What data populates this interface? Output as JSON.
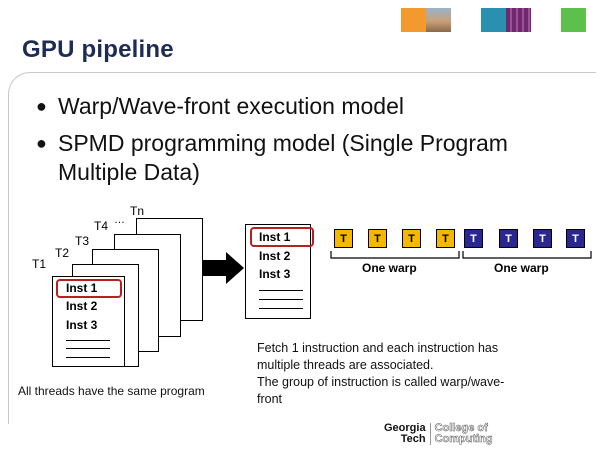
{
  "slide": {
    "title": "GPU pipeline",
    "bullets": [
      "Warp/Wave-front execution model",
      "SPMD programming model (Single Program Multiple Data)"
    ]
  },
  "threads_figure": {
    "thread_labels": [
      "T1",
      "T2",
      "T3",
      "T4",
      "…",
      "Tn"
    ],
    "instructions": [
      "Inst 1",
      "Inst 2",
      "Inst 3"
    ],
    "caption": "All threads have the same program"
  },
  "fetched_program": {
    "instructions": [
      "Inst 1",
      "Inst 2",
      "Inst 3"
    ]
  },
  "warps": {
    "thread_box_label": "T",
    "warp_label": "One warp",
    "groups": [
      {
        "color": "#f5b800",
        "count": 4
      },
      {
        "color": "#2a2890",
        "count": 4
      }
    ]
  },
  "explanation": {
    "lines": [
      "Fetch 1 instruction and each instruction has",
      "multiple threads are associated.",
      "The group of instruction is called warp/wave-",
      "front"
    ]
  },
  "logo": {
    "line1": "Georgia",
    "line2": "Tech",
    "college1": "College of",
    "college2": "Computing"
  },
  "colors": {
    "title": "#1e2b55",
    "highlight": "#b72020",
    "deco_orange": "#f39a2e",
    "deco_teal": "#2b8fb0",
    "deco_purple": "#6e2a6e",
    "deco_green": "#5cc04a"
  }
}
